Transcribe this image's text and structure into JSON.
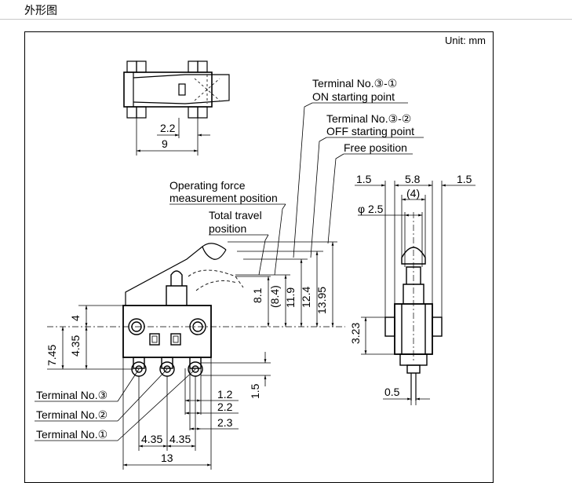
{
  "page": {
    "heading": "外形图"
  },
  "drawing": {
    "unit_note": "Unit: mm",
    "top_view": {
      "dim_2_2": "2.2",
      "dim_9": "9"
    },
    "annotations": {
      "on_start_1": "Terminal No.③-①",
      "on_start_2": "ON starting point",
      "off_start_1": "Terminal No.③-②",
      "off_start_2": "OFF starting point",
      "free_position": "Free position",
      "op_force_1": "Operating force",
      "op_force_2": "measurement position",
      "total_travel_1": "Total travel",
      "total_travel_2": "position"
    },
    "front_view": {
      "h_8_1": "8.1",
      "h_8_4": "(8.4)",
      "h_11_9": "11.9",
      "h_12_4": "12.4",
      "h_13_95": "13.95",
      "h_4": "4",
      "h_4_35": "4.35",
      "h_7_45": "7.45",
      "h_1_5": "1.5",
      "w_1_2": "1.2",
      "w_2_2": "2.2",
      "w_2_3": "2.3",
      "w_4_35_a": "4.35",
      "w_4_35_b": "4.35",
      "w_13": "13",
      "terminal_3": "Terminal No.③",
      "terminal_2": "Terminal No.②",
      "terminal_1": "Terminal No.①"
    },
    "side_view": {
      "w_1_5_left": "1.5",
      "w_5_8": "5.8",
      "w_1_5_right": "1.5",
      "w_4": "(4)",
      "d_2_5": "φ 2.5",
      "h_3_23": "3.23",
      "w_0_5": "0.5"
    }
  }
}
